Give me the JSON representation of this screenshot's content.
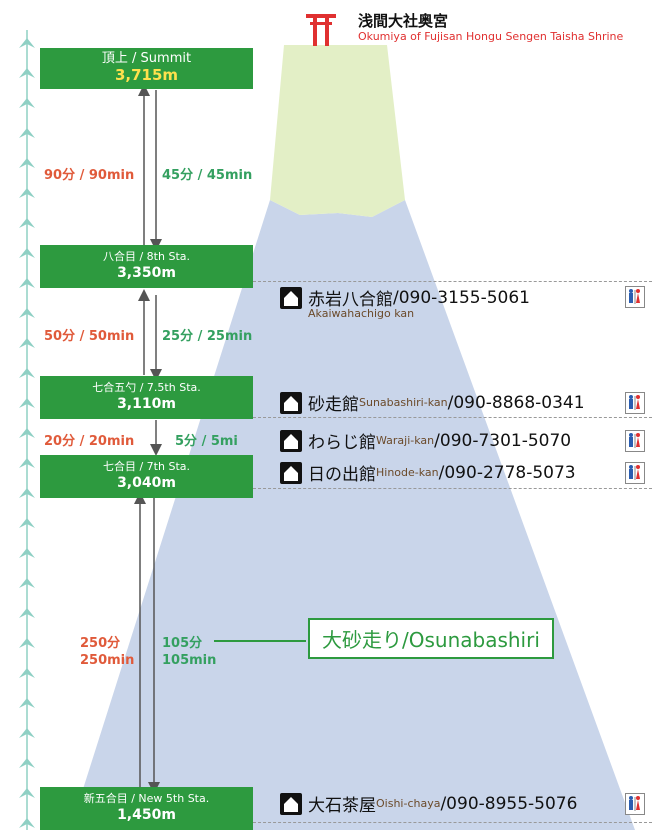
{
  "shrine": {
    "name_jp": "浅間大社奥宮",
    "name_en": "Okumiya of Fujisan Hongu Sengen Taisha Shrine"
  },
  "stations": [
    {
      "name": "頂上 / Summit",
      "altitude": "3,715m"
    },
    {
      "name": "八合目 / 8th Sta.",
      "altitude": "3,350m"
    },
    {
      "name": "七合五勺 / 7.5th Sta.",
      "altitude": "3,110m"
    },
    {
      "name": "七合目 / 7th Sta.",
      "altitude": "3,040m"
    },
    {
      "name": "新五合目 / New 5th Sta.",
      "altitude": "1,450m"
    }
  ],
  "times": {
    "summit_8th": {
      "up": "90分 / 90min",
      "down": "45分 / 45min"
    },
    "s8th_75th": {
      "up": "50分 / 50min",
      "down": "25分 / 25min"
    },
    "s75th_7th": {
      "up": "20分 / 20min",
      "down": "5分 / 5mi"
    },
    "s7th_5th": {
      "up_jp": "250分",
      "up_en": "250min",
      "down_jp": "105分",
      "down_en": "105min"
    }
  },
  "huts": [
    {
      "name": "赤岩八合館",
      "romaji": "Akaiwahachigo kan",
      "phone": "/090-3155-5061"
    },
    {
      "name": "砂走館",
      "romaji": "Sunabashiri-kan",
      "phone": "/090-8868-0341"
    },
    {
      "name": "わらじ館",
      "romaji": "Waraji-kan",
      "phone": "/090-7301-5070"
    },
    {
      "name": "日の出館",
      "romaji": "Hinode-kan",
      "phone": "/090-2778-5073"
    },
    {
      "name": "大石茶屋",
      "romaji": "Oishi-chaya",
      "phone": "/090-8955-5076"
    }
  ],
  "osunabashiri_label": "大砂走り/Osunabashiri",
  "colors": {
    "station_green": "#2d9a3f",
    "up_time": "#e05a3a",
    "down_time": "#34a060",
    "summit_altitude": "#ffe14d",
    "mountain_blue": "#c9d5ea",
    "mountain_snow": "#e3efc6",
    "torii_red": "#e03030"
  },
  "icons": [
    "torii-icon",
    "hut-icon",
    "restroom-icon",
    "up-arrow-icon"
  ]
}
